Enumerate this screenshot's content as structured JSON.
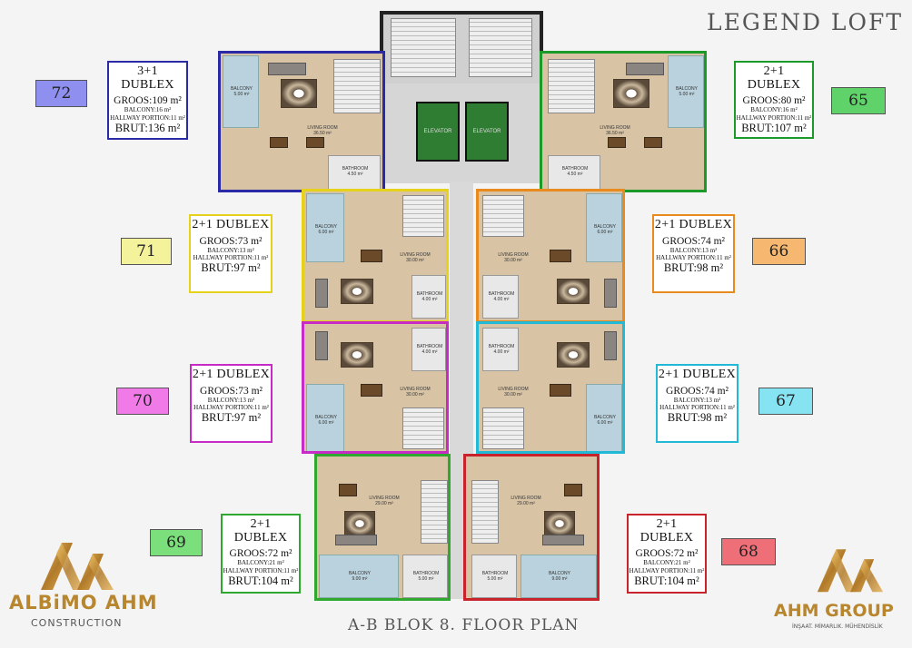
{
  "header": {
    "project_title": "LEGEND LOFT"
  },
  "footer": {
    "plan_title": "A-B BLOK 8. FLOOR PLAN"
  },
  "core": {
    "elevator_left": "ELEVATOR",
    "elevator_right": "ELEVATOR"
  },
  "logos": {
    "left_name": "ALBiMO AHM",
    "left_sub": "CONSTRUCTION",
    "right_name": "AHM GROUP",
    "right_sub": "İNŞAAT. MİMARLIK. MÜHENDİSLİK"
  },
  "units": [
    {
      "no": "72",
      "color": "#2a2aa6",
      "badge": "#8f8fef",
      "type": "3+1 DUBLEX",
      "groos": "GROOS:109 m²",
      "balcony": "BALCONY:16 m²",
      "hallway": "HALLWAY PORTION:11 m²",
      "brut": "BRUT:136 m²",
      "living": "LIVING ROOM",
      "living_area": "36.50 m²",
      "balcony_label": "BALCONY",
      "balcony_area": "5.00 m²",
      "bath_label": "BATHROOM",
      "bath_area": "4.50 m²"
    },
    {
      "no": "65",
      "color": "#1b9a2a",
      "badge": "#5fd36a",
      "type": "2+1 DUBLEX",
      "groos": "GROOS:80 m²",
      "balcony": "BALCONY:16 m²",
      "hallway": "HALLWAY PORTION:11 m²",
      "brut": "BRUT:107 m²",
      "living": "LIVING ROOM",
      "living_area": "36.50 m²",
      "balcony_label": "BALCONY",
      "balcony_area": "5.00 m²",
      "bath_label": "BATHROOM",
      "bath_area": "4.50 m²"
    },
    {
      "no": "71",
      "color": "#e6d21a",
      "badge": "#f4f29a",
      "type": "2+1 DUBLEX",
      "groos": "GROOS:73 m²",
      "balcony": "BALCONY:13 m²",
      "hallway": "HALLWAY PORTION:11 m²",
      "brut": "BRUT:97 m²",
      "living": "LIVING ROOM",
      "living_area": "30.00 m²",
      "balcony_label": "BALCONY",
      "balcony_area": "6.00 m²",
      "bath_label": "BATHROOM",
      "bath_area": "4.00 m²"
    },
    {
      "no": "66",
      "color": "#e98a1e",
      "badge": "#f6b870",
      "type": "2+1 DUBLEX",
      "groos": "GROOS:74 m²",
      "balcony": "BALCONY:13 m²",
      "hallway": "HALLWAY PORTION:11 m²",
      "brut": "BRUT:98 m²",
      "living": "LIVING ROOM",
      "living_area": "30.00 m²",
      "balcony_label": "BALCONY",
      "balcony_area": "6.00 m²",
      "bath_label": "BATHROOM",
      "bath_area": "4.00 m²"
    },
    {
      "no": "70",
      "color": "#c62bc6",
      "badge": "#f07be8",
      "type": "2+1 DUBLEX",
      "groos": "GROOS:73 m²",
      "balcony": "BALCONY:13 m²",
      "hallway": "HALLWAY PORTION:11 m²",
      "brut": "BRUT:97 m²",
      "living": "LIVING ROOM",
      "living_area": "30.00 m²",
      "balcony_label": "BALCONY",
      "balcony_area": "6.00 m²",
      "bath_label": "BATHROOM",
      "bath_area": "4.00 m²"
    },
    {
      "no": "67",
      "color": "#22b9d6",
      "badge": "#86e3f2",
      "type": "2+1 DUBLEX",
      "groos": "GROOS:74 m²",
      "balcony": "BALCONY:13 m²",
      "hallway": "HALLWAY PORTION:11 m²",
      "brut": "BRUT:98 m²",
      "living": "LIVING ROOM",
      "living_area": "30.00 m²",
      "balcony_label": "BALCONY",
      "balcony_area": "6.00 m²",
      "bath_label": "BATHROOM",
      "bath_area": "4.00 m²"
    },
    {
      "no": "69",
      "color": "#2fa82f",
      "badge": "#7be07b",
      "type": "2+1 DUBLEX",
      "groos": "GROOS:72 m²",
      "balcony": "BALCONY:21 m²",
      "hallway": "HALLWAY PORTION:11 m²",
      "brut": "BRUT:104 m²",
      "living": "LIVING ROOM",
      "living_area": "29.00 m²",
      "balcony_label": "BALCONY",
      "balcony_area": "9.00 m²",
      "bath_label": "BATHROOM",
      "bath_area": "5.00 m²"
    },
    {
      "no": "68",
      "color": "#c8232a",
      "badge": "#ef6f78",
      "type": "2+1 DUBLEX",
      "groos": "GROOS:72 m²",
      "balcony": "BALCONY:21 m²",
      "hallway": "HALLWAY PORTION:11 m²",
      "brut": "BRUT:104 m²",
      "living": "LIVING ROOM",
      "living_area": "29.00 m²",
      "balcony_label": "BALCONY",
      "balcony_area": "9.00 m²",
      "bath_label": "BATHROOM",
      "bath_area": "5.00 m²"
    }
  ]
}
